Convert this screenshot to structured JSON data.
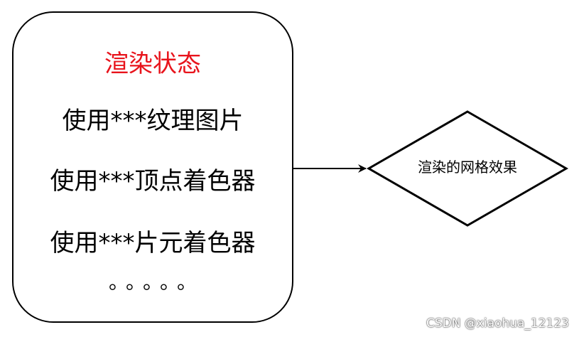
{
  "state_box": {
    "title": "渲染状态",
    "items": [
      "使用***纹理图片",
      "使用***顶点着色器",
      "使用***片元着色器"
    ],
    "ellipsis": "。。。。。"
  },
  "result": {
    "label": "渲染的网格效果"
  },
  "watermark": "CSDN @xiaohua_12123",
  "colors": {
    "title": "#e8141c",
    "stroke": "#000000",
    "background": "#ffffff"
  }
}
